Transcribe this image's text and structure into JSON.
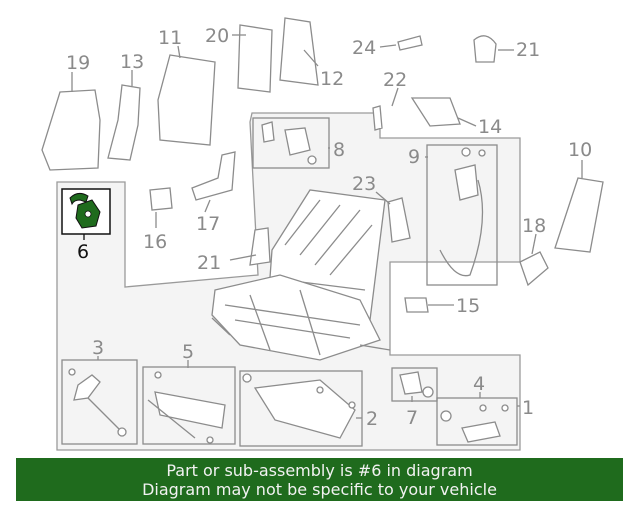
{
  "callouts": {
    "c1": "1",
    "c2": "2",
    "c3": "3",
    "c4": "4",
    "c5": "5",
    "c6": "6",
    "c7": "7",
    "c8": "8",
    "c9": "9",
    "c10": "10",
    "c11": "11",
    "c12": "12",
    "c13": "13",
    "c14": "14",
    "c15": "15",
    "c16": "16",
    "c17": "17",
    "c18": "18",
    "c19": "19",
    "c20": "20",
    "c21a": "21",
    "c21b": "21",
    "c22": "22",
    "c23": "23",
    "c24": "24"
  },
  "highlight": {
    "part": "6",
    "color": "#1f6b1d"
  },
  "banner": {
    "line1": "Part or sub-assembly is #6 in diagram",
    "line2": "Diagram may not be specific to your vehicle",
    "background": "#1f6b1d"
  }
}
